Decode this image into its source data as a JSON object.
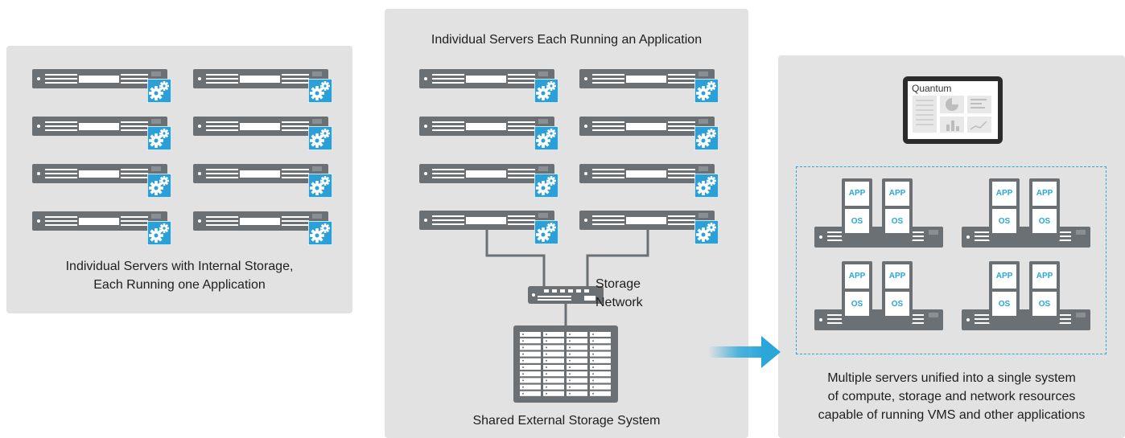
{
  "left_panel": {
    "caption_lines": [
      "Individual Servers with Internal Storage,",
      "Each Running one Application"
    ]
  },
  "middle_panel": {
    "title": "Individual Servers Each Running an Application",
    "network_label_lines": [
      "Storage",
      "Network"
    ],
    "storage_caption": "Shared External Storage System"
  },
  "right_panel": {
    "tablet_brand": "Quantum",
    "vm_app_label": "APP",
    "vm_os_label": "OS",
    "caption_lines": [
      "Multiple servers unified into a single system",
      "of compute, storage and network resources",
      "capable of running VMS and other applications"
    ]
  },
  "colors": {
    "panel_bg": "#e2e2e2",
    "server_gray": "#6b7075",
    "accent_blue": "#2aa6d9",
    "gear_blue": "#2a9fd8"
  },
  "icons": [
    "server-icon",
    "gear-icon",
    "switch-icon",
    "storage-array-icon",
    "tablet-icon",
    "arrow-right-icon"
  ]
}
